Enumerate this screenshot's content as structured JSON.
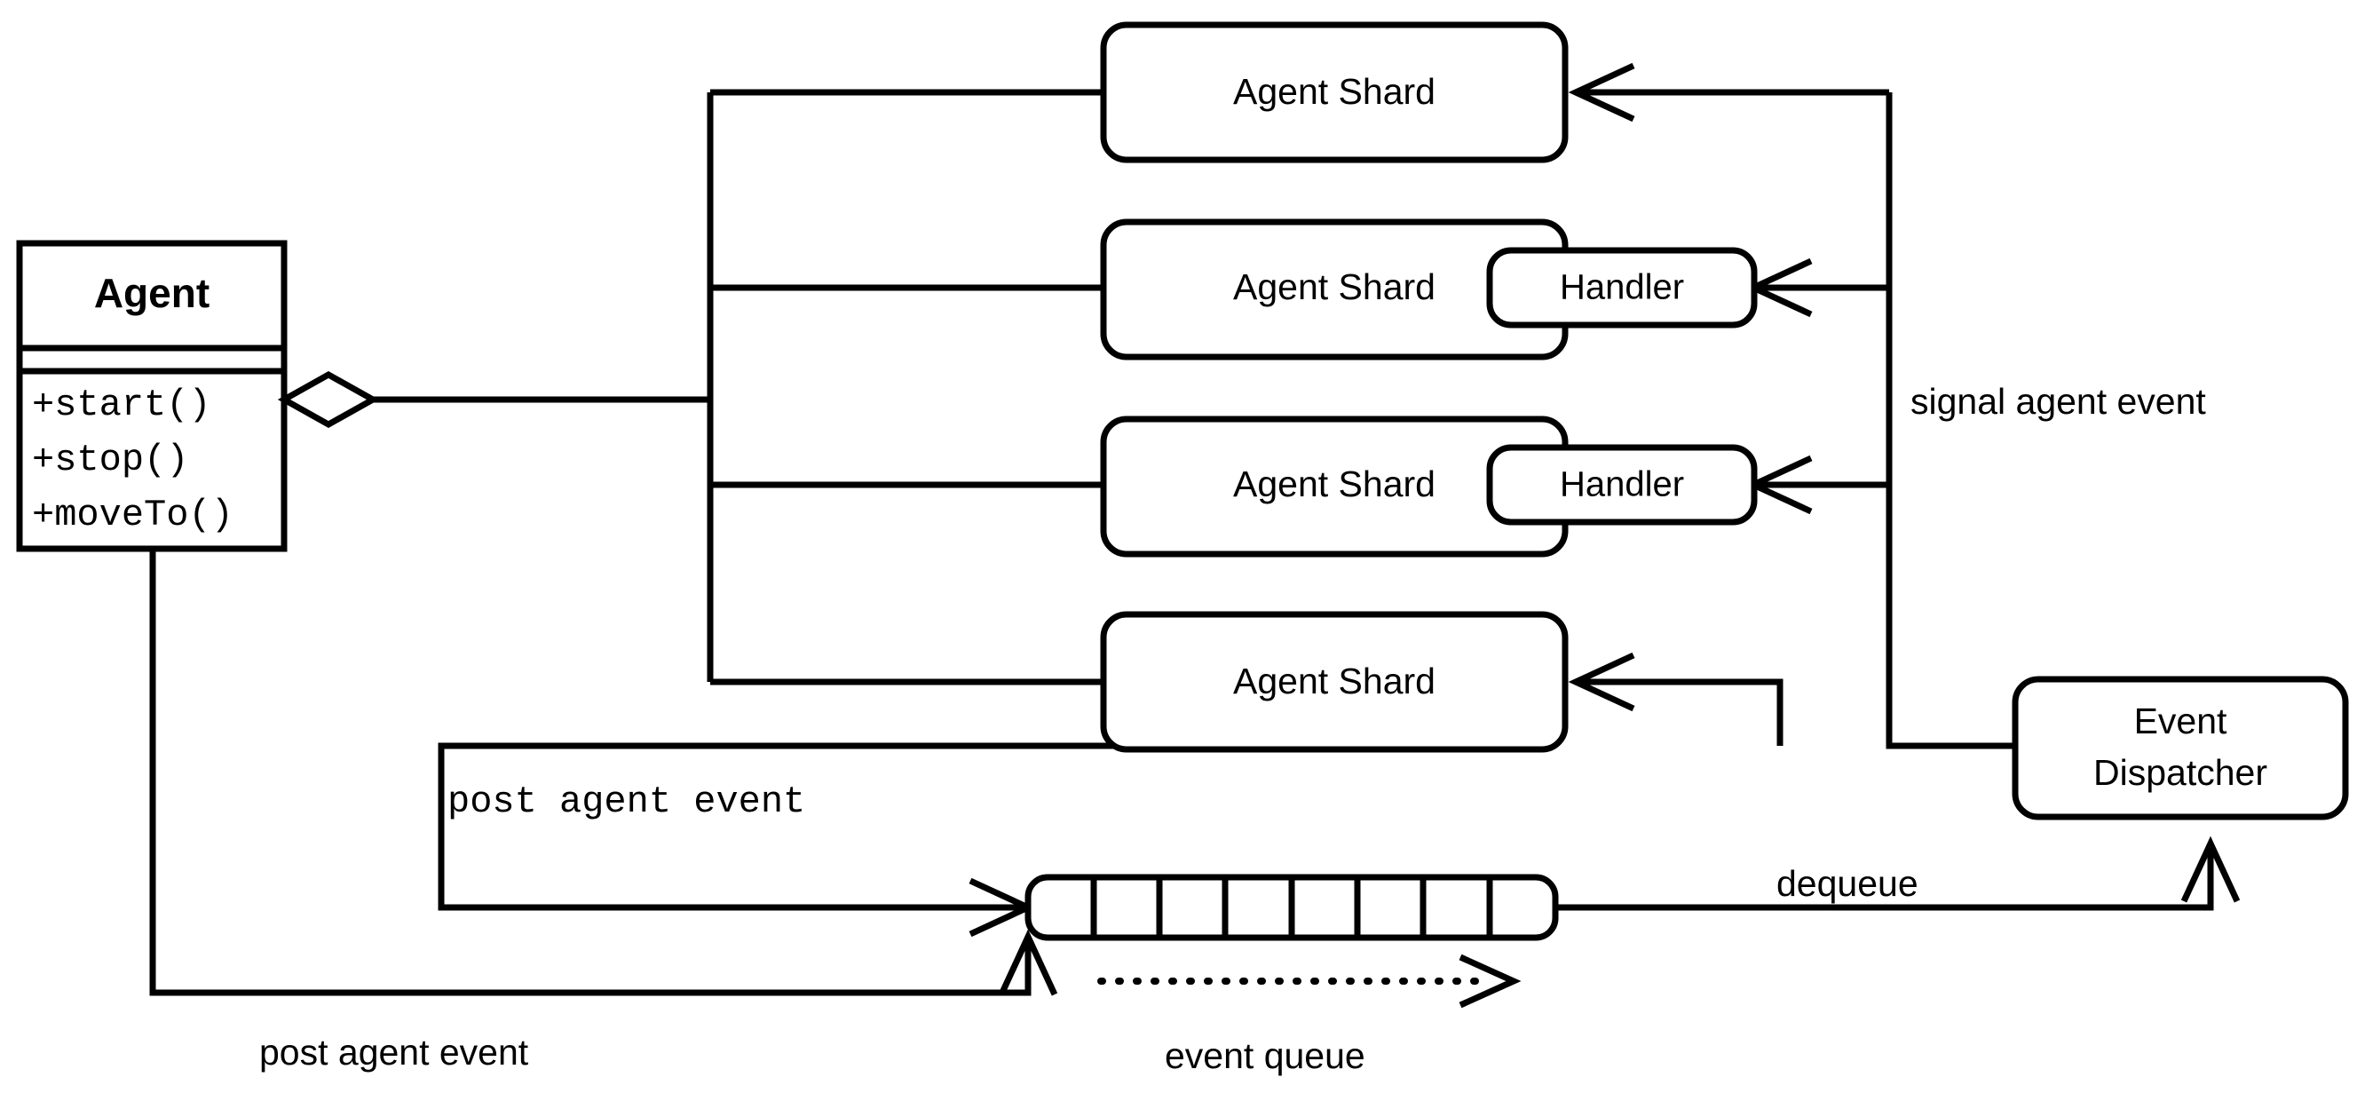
{
  "diagram": {
    "title": "Agent sharding and event dispatch diagram",
    "background_color": "#ffffff",
    "stroke_color": "#000000"
  },
  "agent_class": {
    "name": "Agent",
    "attributes": [],
    "methods": [
      "+start()",
      "+stop()",
      "+moveTo()"
    ]
  },
  "shards": [
    {
      "label": "Agent Shard",
      "handler": null
    },
    {
      "label": "Agent Shard",
      "handler": "Handler"
    },
    {
      "label": "Agent Shard",
      "handler": "Handler"
    },
    {
      "label": "Agent Shard",
      "handler": null
    }
  ],
  "dispatcher": {
    "line1": "Event",
    "line2": "Dispatcher"
  },
  "queue": {
    "caption": "event queue",
    "cells": 8
  },
  "edge_labels": {
    "signal_agent_event": "signal agent event",
    "post_agent_event_mono": "post agent event",
    "post_agent_event_sans": "post agent event",
    "dequeue": "dequeue"
  }
}
